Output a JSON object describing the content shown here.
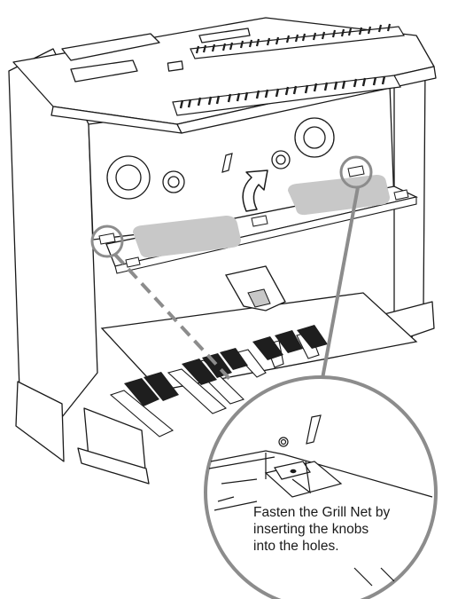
{
  "figure": {
    "subject": "electronic organ",
    "callout_text_lines": [
      "Fasten the Grill Net by",
      "inserting the knobs",
      "into the holes."
    ]
  },
  "colors": {
    "line": "#1a1a1a",
    "grey_callout": "#8c8c8c",
    "grill_net_panel": "#c8c8c8",
    "black_keys": "#1e1e1e",
    "background": "#ffffff"
  },
  "icons": [
    "curved-up-arrow-icon"
  ]
}
